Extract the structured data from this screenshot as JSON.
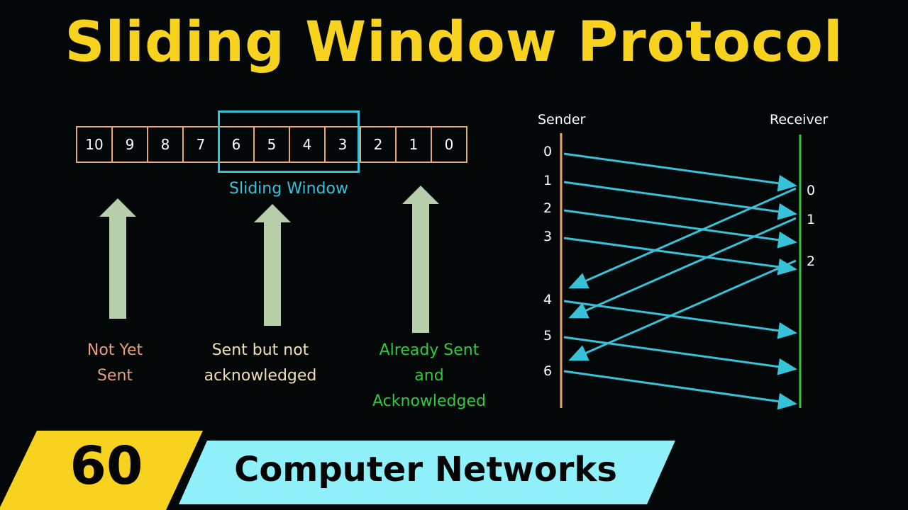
{
  "title": "Sliding Window Protocol",
  "frames": [
    "10",
    "9",
    "8",
    "7",
    "6",
    "5",
    "4",
    "3",
    "2",
    "1",
    "0"
  ],
  "window_label": "Sliding Window",
  "captions": {
    "not_yet_sent": [
      "Not Yet",
      "Sent"
    ],
    "sent_not_acked": [
      "Sent but not",
      "acknowledged"
    ],
    "already_acked": [
      "Already Sent",
      "and",
      "Acknowledged"
    ]
  },
  "sequence": {
    "sender_label": "Sender",
    "receiver_label": "Receiver",
    "sender_numbers": [
      "0",
      "1",
      "2",
      "3",
      "4",
      "5",
      "6"
    ],
    "receiver_numbers": [
      "0",
      "1",
      "2"
    ]
  },
  "banner": {
    "number": "60",
    "title": "Computer Networks"
  },
  "colors": {
    "title": "#f7d21e",
    "frame_border": "#e8a766",
    "window": "#38c2da",
    "arrow_fill": "#b6cfaa",
    "not_yet_sent": "#e79e7c",
    "sent_not_acked": "#f1dfb1",
    "already_acked": "#2fcb3a",
    "sender_line": "#e8a766",
    "receiver_line": "#2fcb3a",
    "banner_yellow": "#f7d21e",
    "banner_cyan": "#8ff0fa"
  }
}
